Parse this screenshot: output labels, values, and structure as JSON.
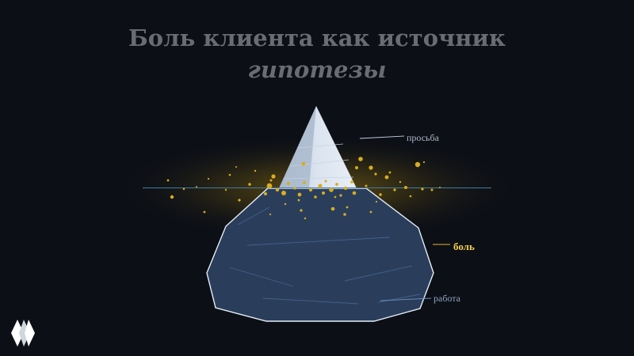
{
  "slide": {
    "title_line1": "Боль клиента как источник",
    "title_line2": "гипотезы"
  },
  "diagram": {
    "labels": {
      "request": "просьба",
      "pain": "боль",
      "work": "работа"
    },
    "colors": {
      "background": "#0c0f16",
      "title": "#6b6c70",
      "tip_light": "#dde6f2",
      "tip_shade": "#aebcd0",
      "body": "#2a3e5c",
      "waterline": "#3f7da8",
      "glow": "#d1a514",
      "pain_label": "#f2cf4d",
      "label": "#a9b8cc"
    }
  },
  "logo": {
    "icon": "diamond-logo-icon"
  }
}
